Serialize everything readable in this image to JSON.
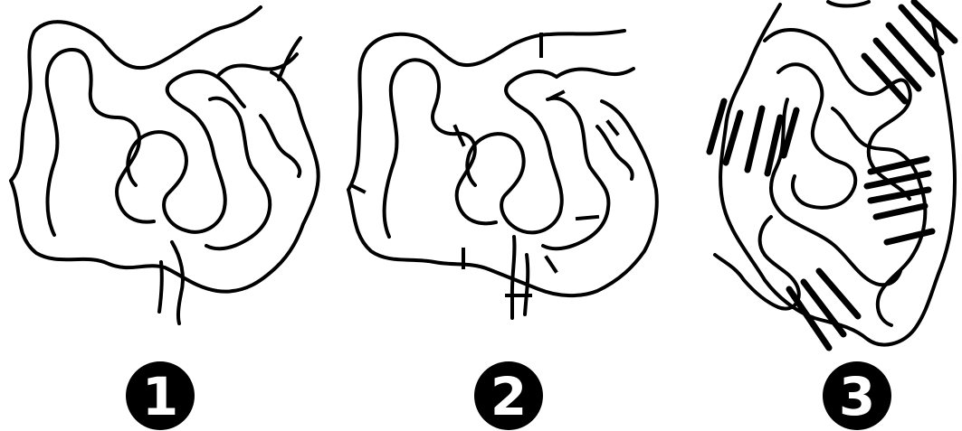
{
  "panels": [
    {
      "label": "1"
    },
    {
      "label": "2"
    },
    {
      "label": "3"
    }
  ],
  "colors": {
    "ink": "#000000",
    "paper": "#ffffff",
    "badge_text": "#ffffff"
  }
}
